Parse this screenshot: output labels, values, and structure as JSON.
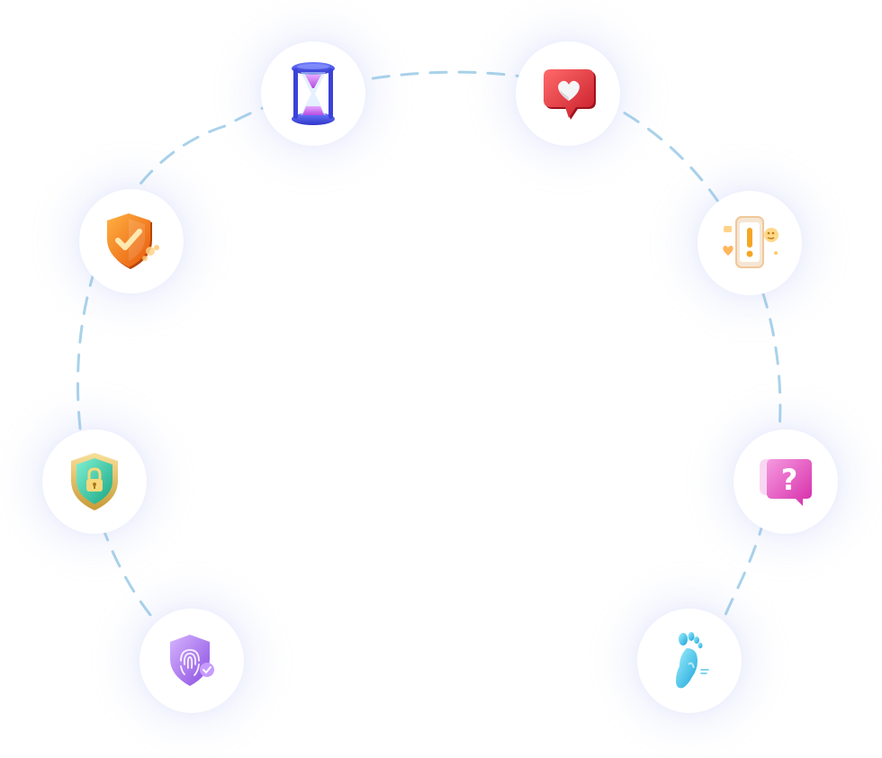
{
  "nodes": [
    {
      "id": "hourglass",
      "icon": "hourglass-icon"
    },
    {
      "id": "heart-bubble",
      "icon": "heart-chat-bubble-icon"
    },
    {
      "id": "shield-check",
      "icon": "shield-check-icon"
    },
    {
      "id": "phone-alert",
      "icon": "phone-alert-icon"
    },
    {
      "id": "shield-lock",
      "icon": "shield-lock-icon"
    },
    {
      "id": "question-bubble",
      "icon": "question-bubble-icon"
    },
    {
      "id": "fingerprint-shield",
      "icon": "fingerprint-shield-icon"
    },
    {
      "id": "footprint",
      "icon": "footprint-icon"
    }
  ],
  "colors": {
    "dashed_line": "#a9d2ea",
    "node_background": "#ffffff",
    "node_glow": "#aab2f5"
  }
}
